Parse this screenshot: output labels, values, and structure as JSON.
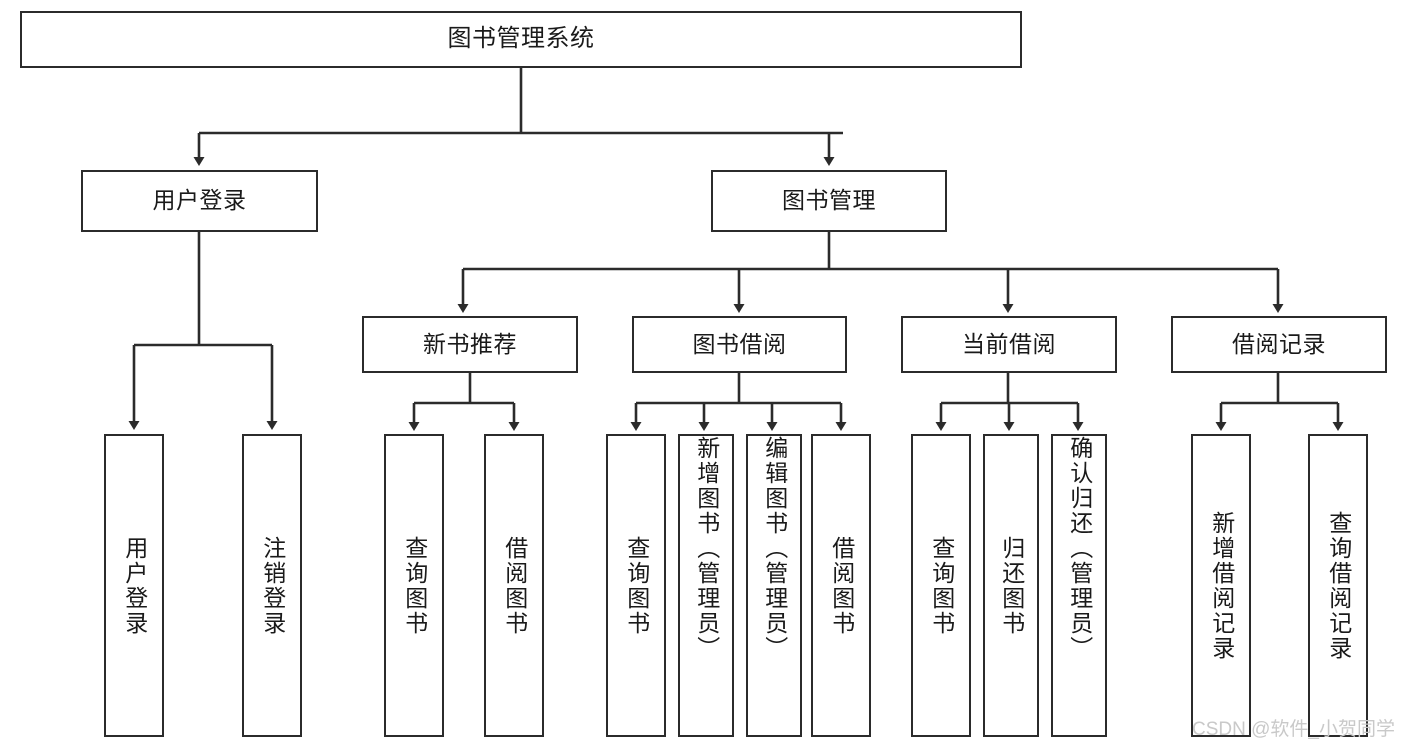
{
  "diagram": {
    "type": "hierarchy-tree",
    "title": "图书管理系统",
    "watermark": "CSDN @软件_小贺同学",
    "colors": {
      "box_border": "#2b2b2b",
      "box_fill": "#ffffff",
      "connector": "#2b2b2b",
      "text": "#1a1a1a",
      "watermark": "#c9c9c9"
    },
    "nodes": {
      "root": {
        "label": "图书管理系统"
      },
      "level1": [
        {
          "label": "用户登录"
        },
        {
          "label": "图书管理"
        }
      ],
      "level2": [
        {
          "label": "新书推荐"
        },
        {
          "label": "图书借阅"
        },
        {
          "label": "当前借阅"
        },
        {
          "label": "借阅记录"
        }
      ],
      "leaves": {
        "user_login": [
          {
            "label": "用户登录"
          },
          {
            "label": "注销登录"
          }
        ],
        "new_book": [
          {
            "label": "查询图书"
          },
          {
            "label": "借阅图书"
          }
        ],
        "book_borrow": [
          {
            "label": "查询图书"
          },
          {
            "label": "新增图书（管理员）"
          },
          {
            "label": "编辑图书（管理员）"
          },
          {
            "label": "借阅图书"
          }
        ],
        "current_borrow": [
          {
            "label": "查询图书"
          },
          {
            "label": "归还图书"
          },
          {
            "label": "确认归还（管理员）"
          }
        ],
        "borrow_record": [
          {
            "label": "新增借阅记录"
          },
          {
            "label": "查询借阅记录"
          }
        ]
      }
    }
  }
}
